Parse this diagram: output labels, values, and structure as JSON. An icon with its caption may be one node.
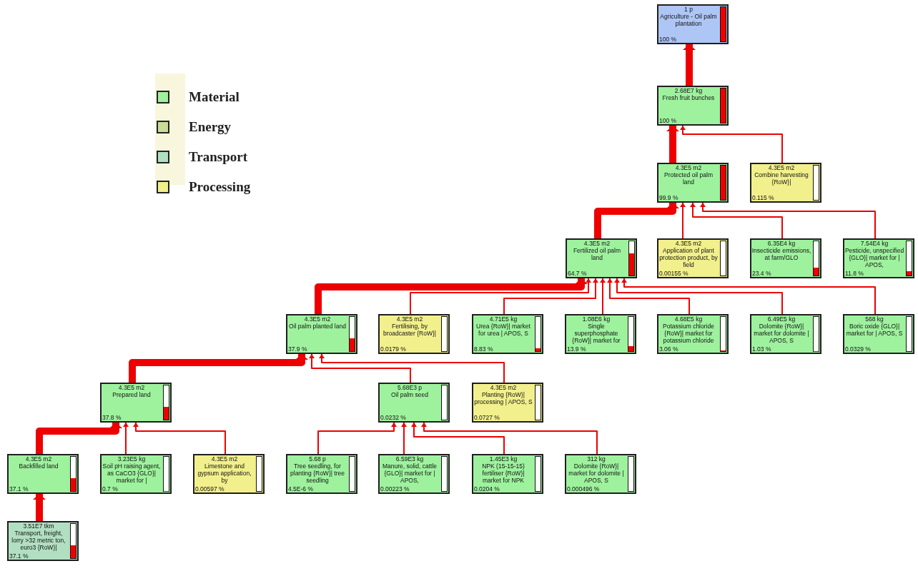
{
  "diagram": {
    "nodes": [
      {
        "text": [
          "1 p",
          "Agriculture - Oil palm plantation",
          "100 %"
        ]
      },
      {
        "text": [
          "2.68E7 kg",
          "Fresh fruit bunches",
          "100 %"
        ]
      },
      {
        "text": [
          "4.3E5 m2",
          "Protected oil palm land",
          "99.9 %"
        ]
      },
      {
        "text": [
          "4.3E5 m2",
          "Combine harvesting {RoW}|",
          "0.115 %"
        ]
      },
      {
        "text": [
          "4.3E5 m2",
          "Fertilized oil palm land",
          "64.7 %"
        ]
      },
      {
        "text": [
          "4.3E5 m2",
          "Application of plant protection product, by field",
          "0.00155 %"
        ]
      },
      {
        "text": [
          "6.35E4 kg",
          "Insecticide emissions, at farm/GLO",
          "23.4 %"
        ]
      },
      {
        "text": [
          "7.54E4 kg",
          "Pesticide, unspecified {GLO}| market for | APOS,",
          "11.8 %"
        ]
      },
      {
        "text": [
          "4.3E5 m2",
          "Oil palm planted land",
          "37.9 %"
        ]
      },
      {
        "text": [
          "4.3E5 m2",
          "Fertilising, by broadcaster {RoW}|",
          "0.0179 %"
        ]
      },
      {
        "text": [
          "4.71E5 kg",
          "Urea {RoW}| market for urea | APOS, S",
          "8.83 %"
        ]
      },
      {
        "text": [
          "1.08E6 kg",
          "Single superphosphate {RoW}| market for",
          "13.9 %"
        ]
      },
      {
        "text": [
          "4.68E5 kg",
          "Potassium chloride {RoW}| market for potassium chloride",
          "3.06 %"
        ]
      },
      {
        "text": [
          "6.49E5 kg",
          "Dolomite {RoW}| market for dolomite | APOS, S",
          "1.03 %"
        ]
      },
      {
        "text": [
          "568 kg",
          "Boric oxide {GLO}| market for | APOS, S",
          "0.0329 %"
        ]
      },
      {
        "text": [
          "4.3E5 m2",
          "Prepared land",
          "37.8 %"
        ]
      },
      {
        "text": [
          "5.68E3 p",
          "Oil palm seed",
          "0.0232 %"
        ]
      },
      {
        "text": [
          "4.3E5 m2",
          "Planting {RoW}| processing | APOS, S",
          "0.0727 %"
        ]
      },
      {
        "text": [
          "4.3E5 m2",
          "Backfilled land",
          "37.1 %"
        ]
      },
      {
        "text": [
          "3.23E5 kg",
          "Soil pH raising agent, as CaCO3 {GLO}| market for |",
          "0.7 %"
        ]
      },
      {
        "text": [
          "4.3E5 m2",
          "Limestone and gypsum application, by",
          "0.00597 %"
        ]
      },
      {
        "text": [
          "5.68 p",
          "Tree seedling, for planting {RoW}| tree seedling",
          "4.5E-6 %"
        ]
      },
      {
        "text": [
          "6.59E3 kg",
          "Manure, solid, cattle {GLO}| market for | APOS,",
          "0.00223 %"
        ]
      },
      {
        "text": [
          "1.45E3 kg",
          "NPK (15-15-15) fertiliser {RoW}| market for NPK",
          "0.0204 %"
        ]
      },
      {
        "text": [
          "312 kg",
          "Dolomite {RoW}| market for dolomite | APOS, S",
          "0.000496 %"
        ]
      },
      {
        "text": [
          "3.51E7 tkm",
          "Transport, freight, lorry >32 metric ton, euro3 {RoW}|",
          "37.1 %"
        ]
      }
    ],
    "edges": [
      {
        "from": 1,
        "to": 0,
        "arrow": "to",
        "style": "thick"
      },
      {
        "from": 2,
        "to": 1,
        "arrow": "to",
        "style": "thick"
      },
      {
        "from": 3,
        "to": 1,
        "arrow": "to"
      },
      {
        "from": 4,
        "to": 2,
        "arrow": "to",
        "style": "thick"
      },
      {
        "from": 5,
        "to": 2,
        "arrow": "to"
      },
      {
        "from": 6,
        "to": 2,
        "arrow": "to"
      },
      {
        "from": 7,
        "to": 2,
        "arrow": "to"
      },
      {
        "from": 8,
        "to": 4,
        "arrow": "to",
        "style": "thick"
      },
      {
        "from": 9,
        "to": 4,
        "arrow": "to"
      },
      {
        "from": 10,
        "to": 4,
        "arrow": "to"
      },
      {
        "from": 11,
        "to": 4,
        "arrow": "to"
      },
      {
        "from": 12,
        "to": 4,
        "arrow": "to"
      },
      {
        "from": 13,
        "to": 4,
        "arrow": "to"
      },
      {
        "from": 14,
        "to": 4,
        "arrow": "to"
      },
      {
        "from": 15,
        "to": 8,
        "arrow": "to",
        "style": "thick"
      },
      {
        "from": 16,
        "to": 8,
        "arrow": "to"
      },
      {
        "from": 17,
        "to": 8,
        "arrow": "to"
      },
      {
        "from": 18,
        "to": 15,
        "arrow": "to",
        "style": "thick"
      },
      {
        "from": 19,
        "to": 15,
        "arrow": "to"
      },
      {
        "from": 20,
        "to": 15,
        "arrow": "to"
      },
      {
        "from": 21,
        "to": 16,
        "arrow": "to"
      },
      {
        "from": 22,
        "to": 16,
        "arrow": "to"
      },
      {
        "from": 23,
        "to": 16,
        "arrow": "to"
      },
      {
        "from": 24,
        "to": 16,
        "arrow": "to"
      },
      {
        "from": 25,
        "to": 18,
        "arrow": "to",
        "style": "thick"
      }
    ],
    "legend": [
      {
        "text": "Material",
        "color": "#9ef29e"
      },
      {
        "text": "Energy",
        "color": "#c9dd97"
      },
      {
        "text": "Transport",
        "color": "#b2dfc2"
      },
      {
        "text": "Processing",
        "color": "#f2f08c"
      }
    ]
  }
}
